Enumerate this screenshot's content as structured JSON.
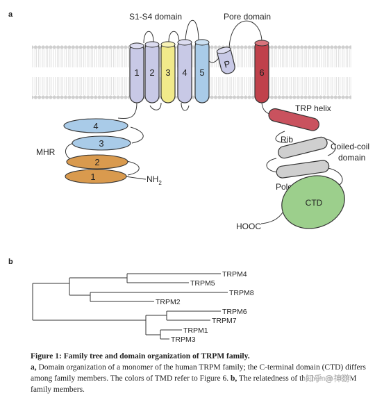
{
  "panel_a": {
    "label": "a",
    "s1s4_domain": "S1-S4 domain",
    "pore_domain": "Pore domain",
    "helices": [
      {
        "label": "1",
        "color": "#c8c9e6"
      },
      {
        "label": "2",
        "color": "#c8c9e6"
      },
      {
        "label": "3",
        "color": "#f1ea8a"
      },
      {
        "label": "4",
        "color": "#c8c9e6"
      },
      {
        "label": "5",
        "color": "#a9cbe8"
      },
      {
        "label": "P",
        "color": "#c8c9e6"
      },
      {
        "label": "6",
        "color": "#c0414b"
      }
    ],
    "mhr": {
      "label": "MHR",
      "domains": [
        {
          "label": "4",
          "color": "#a9cbe8"
        },
        {
          "label": "3",
          "color": "#a9cbe8"
        },
        {
          "label": "2",
          "color": "#d99a4e"
        },
        {
          "label": "1",
          "color": "#d99a4e"
        }
      ]
    },
    "nterm": {
      "main": "NH",
      "sub": "2"
    },
    "trp_helix": {
      "label": "TRP helix",
      "color": "#c9525e"
    },
    "rib": {
      "label": "Rib",
      "color": "#cfcfcf"
    },
    "coiled_coil": {
      "line1": "Coiled-coil",
      "line2": "domain"
    },
    "pole": {
      "label": "Pole",
      "color": "#cfcfcf"
    },
    "ctd": {
      "label": "CTD",
      "color": "#9ccf8c"
    },
    "cterm": "HOOC"
  },
  "panel_b": {
    "label": "b",
    "leaves": [
      "TRPM4",
      "TRPM5",
      "TRPM8",
      "TRPM2",
      "TRPM6",
      "TRPM7",
      "TRPM1",
      "TRPM3"
    ]
  },
  "caption": {
    "title": "Figure 1: Family tree and domain organization of TRPM family.",
    "a_label": "a,",
    "a_text": " Domain organization of a monomer of the human TRPM family; the C-terminal domain (CTD) differs among family members. The colors of TMD refer to Figure 6. ",
    "b_label": "b,",
    "b_text": " The relatedness of the human TRPM family members."
  },
  "watermark": "知乎 @神游"
}
